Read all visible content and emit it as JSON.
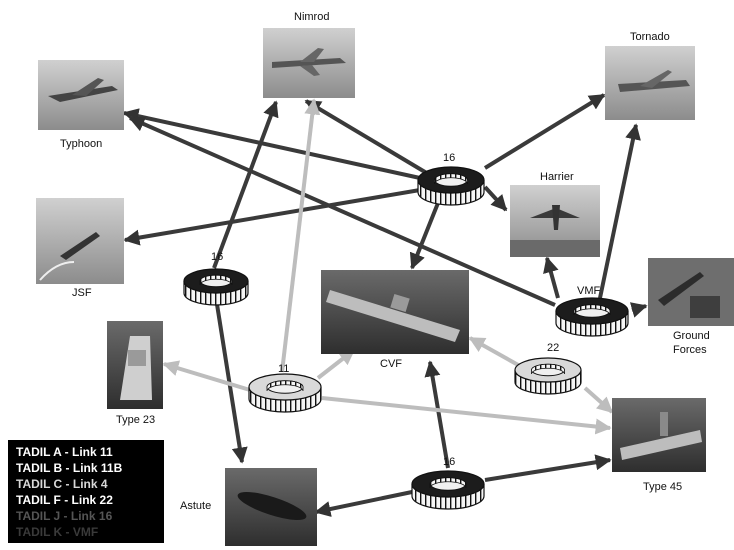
{
  "colors": {
    "dark_link": "#3a3a3a",
    "light_link": "#bdbdbd",
    "ring_dark": "#1c1c1c",
    "ring_light": "#d9d9d9",
    "photo_bg": "#8a8a8a"
  },
  "platforms": {
    "nimrod": "Nimrod",
    "tornado": "Tornado",
    "typhoon": "Typhoon",
    "harrier": "Harrier",
    "jsf": "JSF",
    "cvf": "CVF",
    "vmf": "VMF",
    "ground_forces_line1": "Ground",
    "ground_forces_line2": "Forces",
    "type23": "Type 23",
    "type45": "Type 45",
    "astute": "Astute"
  },
  "rings": {
    "center": "16",
    "left": "16",
    "middle": "11",
    "right": "22",
    "bottom": "16"
  },
  "legend": [
    {
      "text": "TADIL A - Link 11",
      "color": "#ffffff"
    },
    {
      "text": "TADIL B - Link 11B",
      "color": "#ffffff"
    },
    {
      "text": "TADIL C - Link 4",
      "color": "#d8d8d8"
    },
    {
      "text": "TADIL F - Link 22",
      "color": "#ffffff"
    },
    {
      "text": "TADIL J - Link 16",
      "color": "#555555"
    },
    {
      "text": "TADIL K - VMF",
      "color": "#3a3a3a"
    }
  ]
}
